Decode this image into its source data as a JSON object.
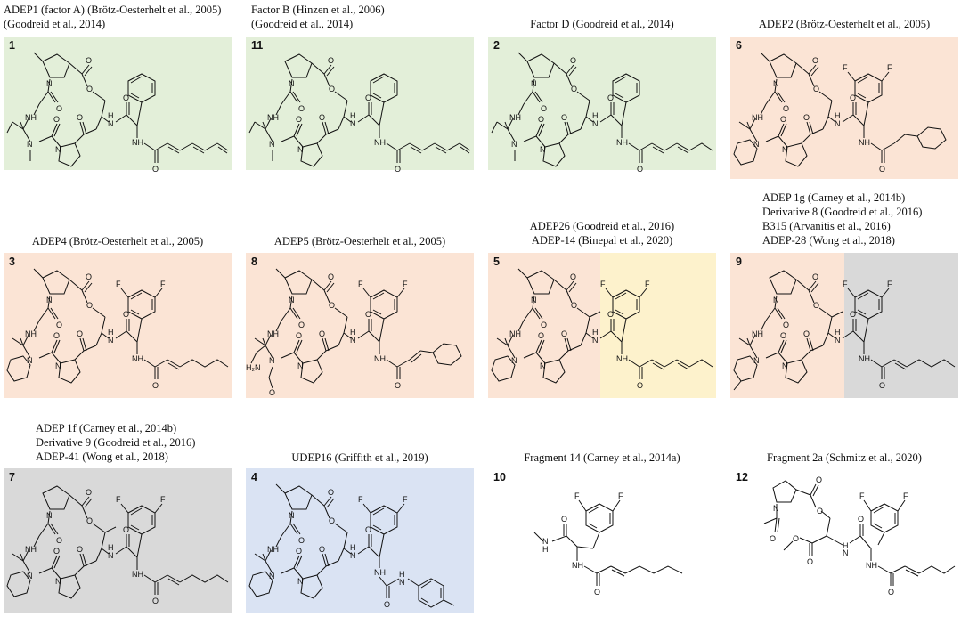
{
  "colors": {
    "green": "#e3efd9",
    "salmon": "#fbe4d5",
    "yellow": "#fdf2cc",
    "gray": "#d9d9d9",
    "blue": "#dae3f3",
    "white": "#ffffff"
  },
  "atoms": {
    "N": "N",
    "O": "O",
    "F": "F",
    "NH": "NH",
    "H2N": "H₂N",
    "H": "H"
  },
  "compounds": [
    {
      "number": "1",
      "caption": [
        "ADEP1 (factor A) (Brötz-Oesterhelt et al., 2005)",
        "(Goodreid et al., 2014)"
      ]
    },
    {
      "number": "11",
      "caption": [
        "Factor B (Hinzen et al., 2006)",
        "(Goodreid et al., 2014)"
      ]
    },
    {
      "number": "2",
      "caption": [
        "Factor D (Goodreid et al., 2014)"
      ]
    },
    {
      "number": "6",
      "caption": [
        "ADEP2 (Brötz-Oesterhelt et al., 2005)"
      ]
    },
    {
      "number": "3",
      "caption": [
        "ADEP4 (Brötz-Oesterhelt et al., 2005)"
      ]
    },
    {
      "number": "8",
      "caption": [
        "ADEP5 (Brötz-Oesterhelt et al., 2005)"
      ]
    },
    {
      "number": "5",
      "caption": [
        "ADEP26 (Goodreid et al., 2016)",
        "ADEP-14 (Binepal et al., 2020)"
      ]
    },
    {
      "number": "9",
      "caption": [
        "ADEP 1g (Carney et al., 2014b)",
        "Derivative 8 (Goodreid et al., 2016)",
        "B315 (Arvanitis et al., 2016)",
        "ADEP-28 (Wong et al., 2018)"
      ]
    },
    {
      "number": "7",
      "caption": [
        "ADEP 1f (Carney et al., 2014b)",
        "Derivative 9 (Goodreid et al., 2016)",
        "ADEP-41 (Wong et al., 2018)"
      ]
    },
    {
      "number": "4",
      "caption": [
        "UDEP16 (Griffith et al., 2019)"
      ]
    },
    {
      "number": "10",
      "caption": [
        "Fragment 14 (Carney et al., 2014a)"
      ]
    },
    {
      "number": "12",
      "caption": [
        "Fragment 2a (Schmitz et al., 2020)"
      ]
    }
  ]
}
